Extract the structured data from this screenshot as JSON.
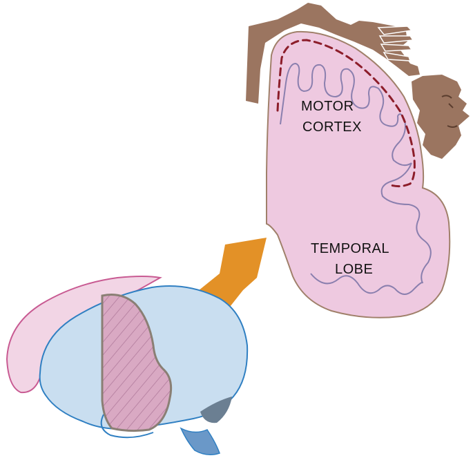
{
  "labels": {
    "motor_line1": "MOTOR",
    "motor_line2": "CORTEX",
    "temporal_line1": "TEMPORAL",
    "temporal_line2": "LOBE"
  },
  "colors": {
    "section_fill": "#eec9e0",
    "section_stroke": "#a0806a",
    "sulcus_stroke": "#8a7fae",
    "motor_dashed": "#8c1d2a",
    "homunculus": "#9b7560",
    "arrow": "#e39127",
    "brain_fill": "#c9def0",
    "brain_stroke": "#2f7fc2",
    "hemisphere_fill": "#f2d5e5",
    "hemisphere_stroke": "#c85a92",
    "slice_fill": "#d9a9c3",
    "slice_stroke": "#8a7f74",
    "brainstem_fill": "#6a98c8",
    "cerebellum_dark": "#6b7f92"
  },
  "icons": {
    "arrow": "arrow-icon",
    "homunculus": "homunculus-icon"
  }
}
